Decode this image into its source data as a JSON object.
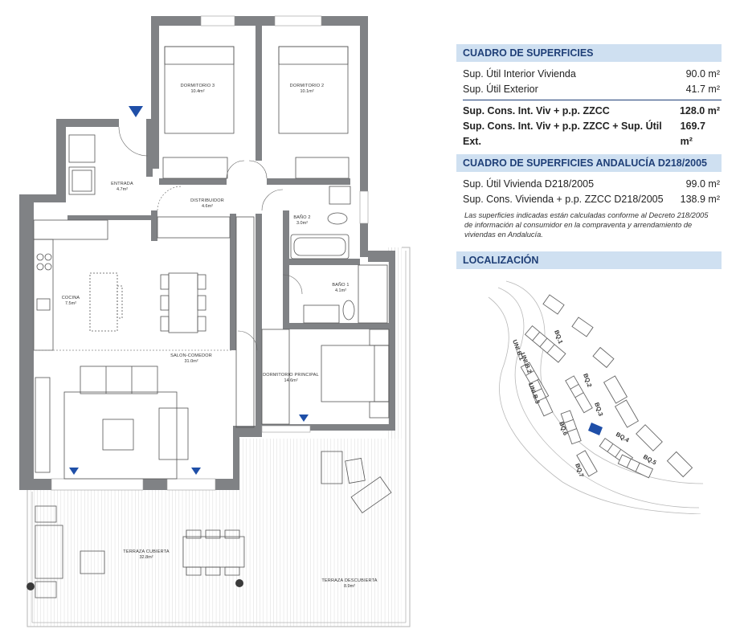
{
  "rooms": [
    {
      "name": "DORMITORIO 3",
      "area": "10.4m²"
    },
    {
      "name": "DORMITORIO 2",
      "area": "10.1m²"
    },
    {
      "name": "ENTRADA",
      "area": "4.7m²"
    },
    {
      "name": "DISTRIBUIDOR",
      "area": "4.6m²"
    },
    {
      "name": "BAÑO 2",
      "area": "3.0m²"
    },
    {
      "name": "BAÑO 1",
      "area": "4.1m²"
    },
    {
      "name": "COCINA",
      "area": "7.5m²"
    },
    {
      "name": "SALON-COMEDOR",
      "area": "31.0m²"
    },
    {
      "name": "DORMITORIO PRINCIPAL",
      "area": "14.6m²"
    },
    {
      "name": "TERRAZA CUBIERTA",
      "area": "32.8m²"
    },
    {
      "name": "TERRAZA DESCUBIERTA",
      "area": "8.9m²"
    }
  ],
  "superficies": {
    "title": "CUADRO DE SUPERFICIES",
    "rows": [
      {
        "label": "Sup. Útil Interior Vivienda",
        "value": "90.0 m²"
      },
      {
        "label": "Sup. Útil Exterior",
        "value": "41.7 m²"
      }
    ],
    "totals": [
      {
        "label": "Sup. Cons. Int. Viv + p.p. ZZCC",
        "value": "128.0 m²"
      },
      {
        "label": "Sup. Cons. Int. Viv + p.p. ZZCC + Sup. Útil Ext.",
        "value": "169.7 m²"
      }
    ]
  },
  "andalucia": {
    "title": "CUADRO DE SUPERFICIES ANDALUCÍA D218/2005",
    "rows": [
      {
        "label": "Sup. Útil Vivienda D218/2005",
        "value": "99.0 m²"
      },
      {
        "label": "Sup. Cons. Vivienda + p.p. ZZCC D218/2005",
        "value": "138.9 m²"
      }
    ],
    "note": "Las superficies indicadas están calculadas conforme al Decreto 218/2005 de información al consumidor en la compraventa y arrendamiento de viviendas en Andalucía."
  },
  "localizacion": {
    "title": "LOCALIZACIÓN",
    "blocks": [
      "BQ.1",
      "UNI.B.1",
      "UNI.B.2",
      "UNI.B.3",
      "BQ.2",
      "BQ.3",
      "BQ.4",
      "BQ.5",
      "BQ.6",
      "BQ.7"
    ]
  },
  "colors": {
    "wall": "#808285",
    "heading_bg": "#cfe0f1",
    "heading_text": "#1f3f77",
    "marker": "#1f4fa8",
    "terrace_line": "#c9c9c9"
  }
}
